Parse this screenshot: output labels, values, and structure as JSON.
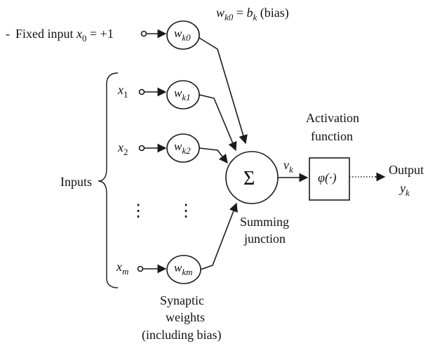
{
  "fixed_input": {
    "dash": "-",
    "prefix": "Fixed input ",
    "var": "x",
    "var_sub": "0",
    "suffix": " = +1"
  },
  "bias_label": {
    "w": "w",
    "w_sub": "k0",
    "eq": " = ",
    "b": "b",
    "b_sub": "k",
    "tail": " (bias)"
  },
  "inputs_label": "Inputs",
  "inputs": [
    {
      "var": "x",
      "sub": "1",
      "weight": "w",
      "weight_sub": "k1"
    },
    {
      "var": "x",
      "sub": "2",
      "weight": "w",
      "weight_sub": "k2"
    },
    {
      "var": "x",
      "sub": "m",
      "weight": "w",
      "weight_sub": "km"
    }
  ],
  "bias_weight": {
    "weight": "w",
    "weight_sub": "k0"
  },
  "vdots": "⋮",
  "sum_symbol": "Σ",
  "induced_field": {
    "var": "v",
    "sub": "k"
  },
  "summing_junction": [
    "Summing",
    "junction"
  ],
  "activation": {
    "title": [
      "Activation",
      "function"
    ],
    "symbol": "φ(·)"
  },
  "output": {
    "title": "Output",
    "var": "y",
    "sub": "k"
  },
  "synaptic": [
    "Synaptic",
    "weights",
    "(including bias)"
  ]
}
